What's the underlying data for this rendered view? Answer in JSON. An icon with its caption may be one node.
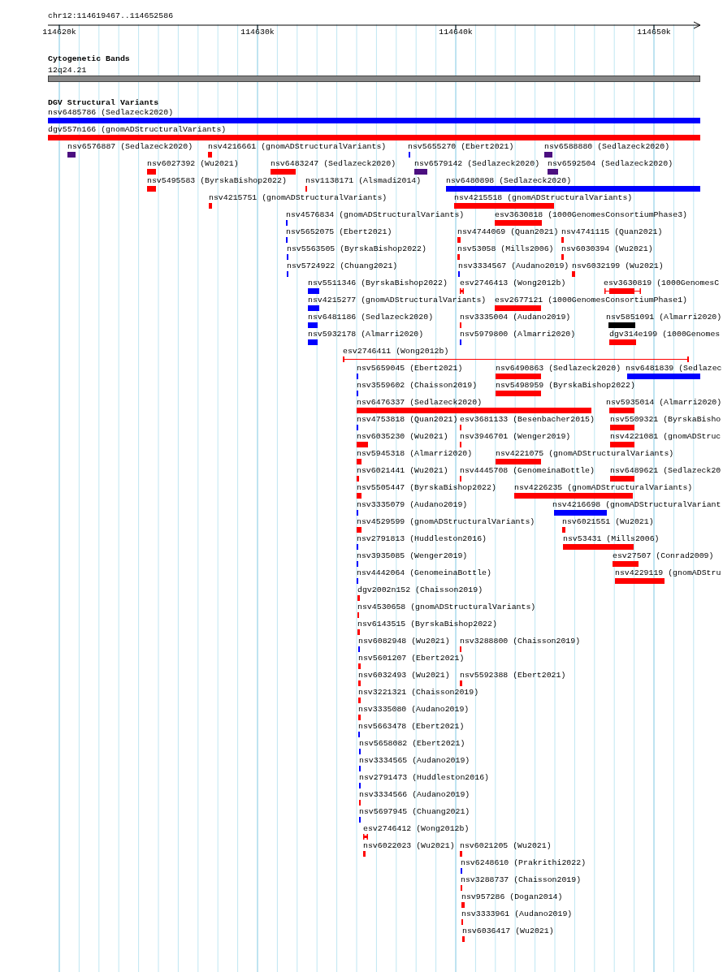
{
  "diagram": {
    "labels": [
      "chr12:114619467..114652586",
      "114620k",
      "114630k",
      "114640k",
      "114650k",
      "Cytogenetic Bands",
      "12q24.21",
      "DGV Structural Variants",
      "nsv6485786 (Sedlazeck2020)",
      "dgv557n166 (gnomADStructuralVariants)",
      "nsv6576887 (Sedlazeck2020)",
      "nsv4216661 (gnomADStructuralVariants)",
      "nsv5655270 (Ebert2021)",
      "nsv6588880 (Sedlazeck2020)",
      "nsv6027392 (Wu2021)",
      "nsv6483247 (Sedlazeck2020)",
      "nsv6579142 (Sedlazeck2020)",
      "nsv6592504 (Sedlazeck2020)",
      "nsv5495583 (ByrskaBishop2022)",
      "nsv1138171 (Alsmadi2014)",
      "nsv6480898 (Sedlazeck2020)",
      "nsv4215751 (gnomADStructuralVariants)",
      "nsv4215518 (gnomADStructuralVariants)",
      "nsv4576834 (gnomADStructuralVariants)",
      "esv3630818 (1000GenomesConsortiumPhase3)",
      "nsv5652075 (Ebert2021)",
      "nsv4744069 (Quan2021)",
      "nsv4741115 (Quan2021)",
      "nsv5563505 (ByrskaBishop2022)",
      "nsv53058 (Mills2006)",
      "nsv6030394 (Wu2021)",
      "nsv5724922 (Chuang2021)",
      "nsv3334567 (Audano2019)",
      "nsv6032199 (Wu2021)",
      "nsv5511346 (ByrskaBishop2022)",
      "esv2746413 (Wong2012b)",
      "esv3630819 (1000GenomesC",
      "nsv4215277 (gnomADStructuralVariants)",
      "esv2677121 (1000GenomesConsortiumPhase1)",
      "nsv6481186 (Sedlazeck2020)",
      "nsv3335004 (Audano2019)",
      "nsv5851091 (Almarri2020)",
      "nsv5932178 (Almarri2020)",
      "nsv5979800 (Almarri2020)",
      "dgv314e199 (1000Genomes",
      "esv2746411 (Wong2012b)",
      "nsv5659045 (Ebert2021)",
      "nsv6490863 (Sedlazeck2020)",
      "nsv6481839 (Sedlazec",
      "nsv3559602 (Chaisson2019)",
      "nsv5498959 (ByrskaBishop2022)",
      "nsv6476337 (Sedlazeck2020)",
      "nsv5935014 (Almarri2020)",
      "nsv4753818 (Quan2021)",
      "esv3681133 (Besenbacher2015)",
      "nsv5509321 (ByrskaBisho",
      "nsv6035230 (Wu2021)",
      "nsv3946701 (Wenger2019)",
      "nsv4221081 (gnomADStruc",
      "nsv5945318 (Almarri2020)",
      "nsv4221075 (gnomADStructuralVariants)",
      "nsv6021441 (Wu2021)",
      "nsv4445708 (GenomeinaBottle)",
      "nsv6489621 (Sedlazeck20",
      "nsv5505447 (ByrskaBishop2022)",
      "nsv4226235 (gnomADStructuralVariants)",
      "nsv3335079 (Audano2019)",
      "nsv4216698 (gnomADStructuralVariant",
      "nsv4529599 (gnomADStructuralVariants)",
      "nsv6021551 (Wu2021)",
      "nsv2791813 (Huddleston2016)",
      "nsv53431 (Mills2006)",
      "nsv3935085 (Wenger2019)",
      "esv27507 (Conrad2009)",
      "nsv4442064 (GenomeinaBottle)",
      "nsv4229119 (gnomADStru",
      "dgv2002n152 (Chaisson2019)",
      "nsv4530658 (gnomADStructuralVariants)",
      "nsv6143515 (ByrskaBishop2022)",
      "nsv6082948 (Wu2021)",
      "nsv3288800 (Chaisson2019)",
      "nsv5601207 (Ebert2021)",
      "nsv6032493 (Wu2021)",
      "nsv5592388 (Ebert2021)",
      "nsv3221321 (Chaisson2019)",
      "nsv3335080 (Audano2019)",
      "nsv5663478 (Ebert2021)",
      "nsv5658082 (Ebert2021)",
      "nsv3334565 (Audano2019)",
      "nsv2791473 (Huddleston2016)",
      "nsv3334566 (Audano2019)",
      "nsv5697945 (Chuang2021)",
      "esv2746412 (Wong2012b)",
      "nsv6022023 (Wu2021)",
      "nsv6021205 (Wu2021)",
      "nsv6248610 (Prakrithi2022)",
      "nsv3288737 (Chaisson2019)",
      "nsv957286 (Dogan2014)",
      "nsv3333961 (Audano2019)",
      "nsv6036417 (Wu2021)"
    ]
  }
}
